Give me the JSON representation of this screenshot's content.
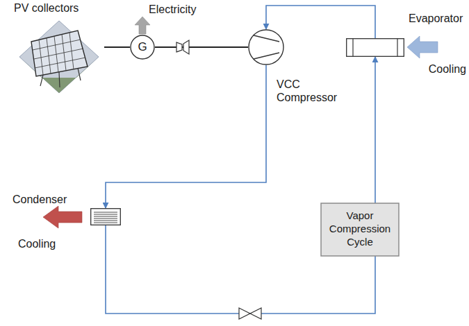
{
  "diagram": {
    "nodes": [
      {
        "text": [
          "PV collectors"
        ]
      },
      {
        "text": [
          "G"
        ]
      },
      {
        "text": [
          "VCC Compressor"
        ]
      },
      {
        "text": [
          "Evaporator"
        ]
      },
      {
        "text": [
          "Condenser"
        ]
      },
      {
        "text": [
          "Vapor Compression Cycle"
        ]
      }
    ],
    "edges": [
      {
        "from": 0,
        "to": 1,
        "arrow": "none"
      },
      {
        "from": 1,
        "to": 2,
        "arrow": "none"
      },
      {
        "from": 2,
        "to": 4,
        "arrow": "to"
      },
      {
        "from": 4,
        "to": 3,
        "arrow": "to"
      },
      {
        "from": 3,
        "to": 2,
        "arrow": "to"
      }
    ],
    "labels": [
      "Electricity",
      "Cooling",
      "Cooling"
    ]
  }
}
